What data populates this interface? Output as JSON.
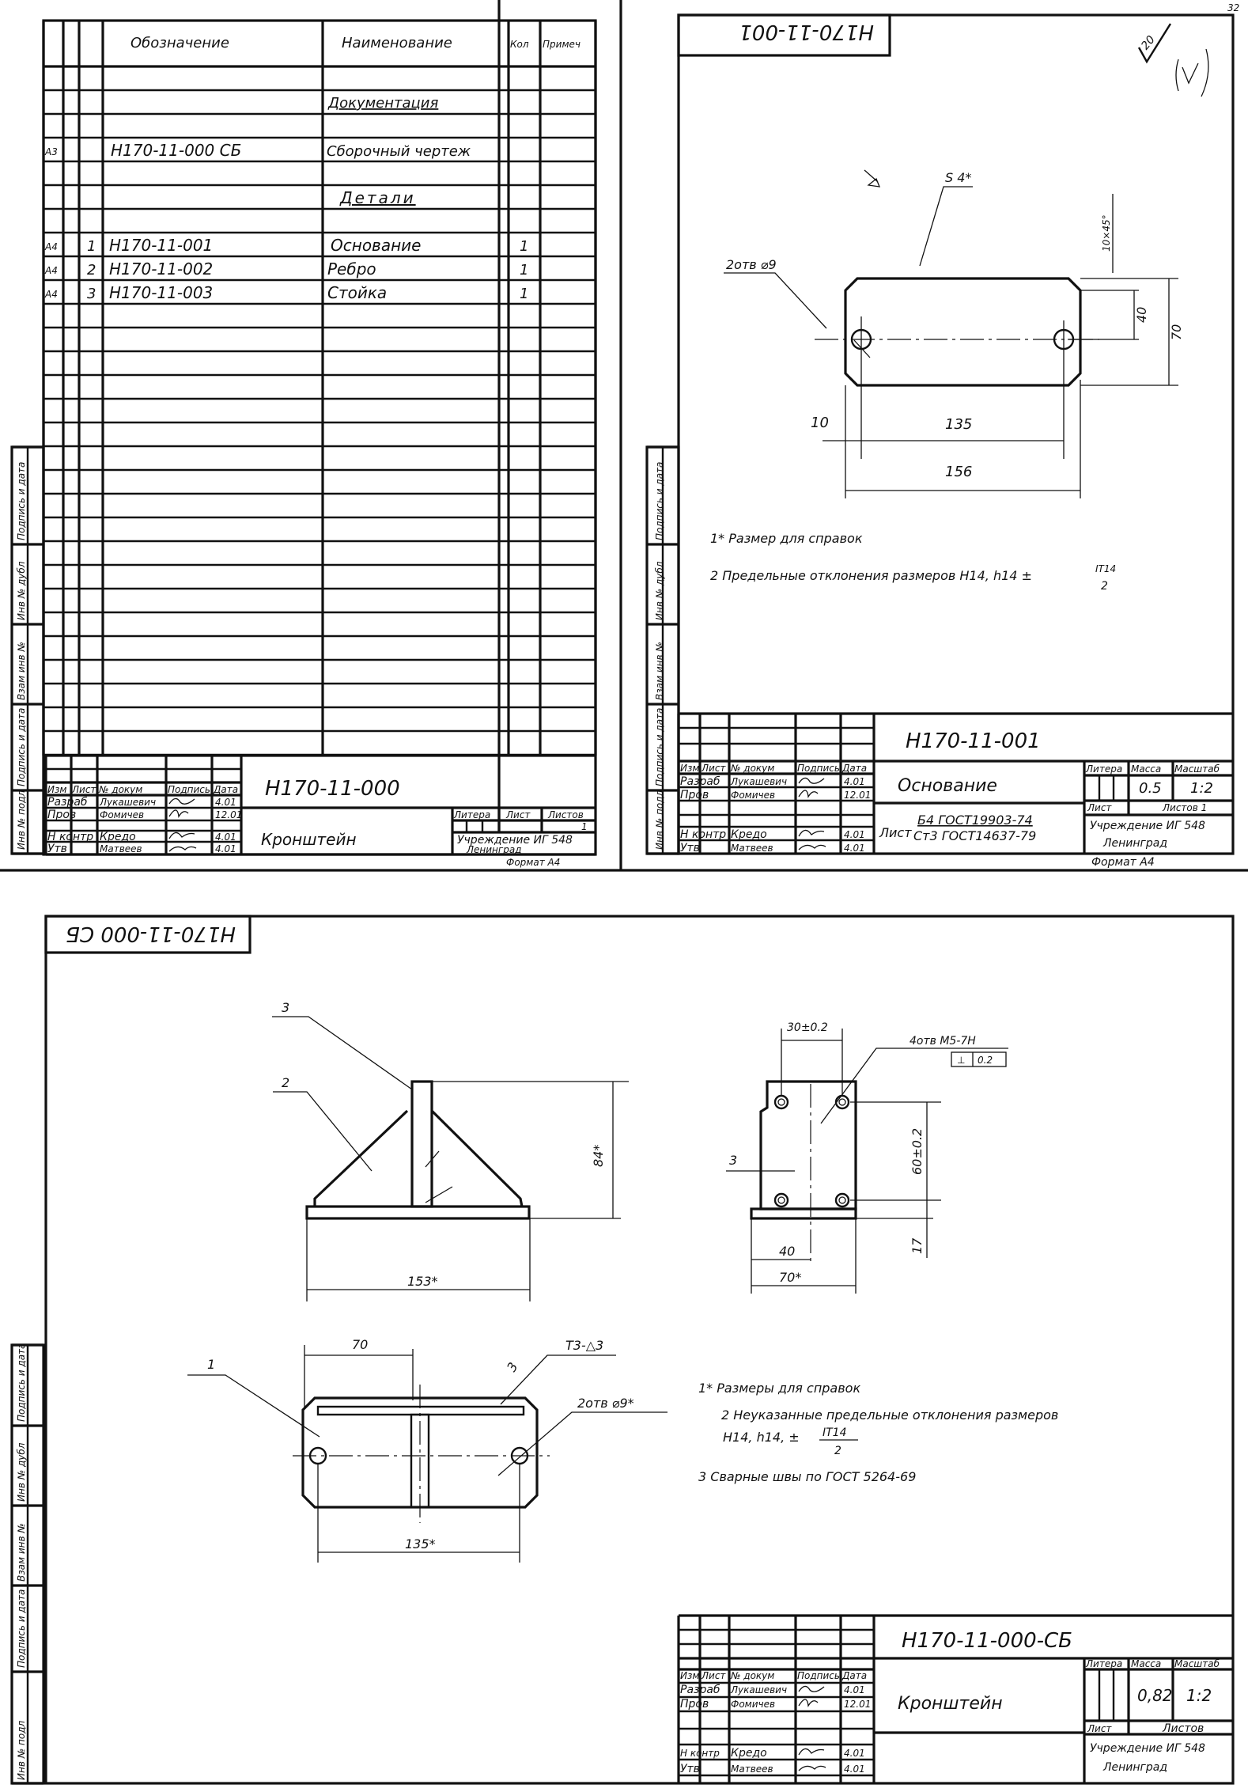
{
  "sheet_spec": {
    "header": {
      "designation": "Обозначение",
      "name": "Наименование",
      "qty": "Кол",
      "note": "Примеч"
    },
    "rows": [
      {
        "format": "",
        "pos": "",
        "designation": "",
        "name": "Документация",
        "qty": ""
      },
      {
        "format": "А3",
        "pos": "",
        "designation": "Н170-11-000 СБ",
        "name": "Сборочный чертеж",
        "qty": ""
      },
      {
        "format": "",
        "pos": "",
        "designation": "",
        "name": "Детали",
        "qty": ""
      },
      {
        "format": "А4",
        "pos": "1",
        "designation": "Н170-11-001",
        "name": "Основание",
        "qty": "1"
      },
      {
        "format": "А4",
        "pos": "2",
        "designation": "Н170-11-002",
        "name": "Ребро",
        "qty": "1"
      },
      {
        "format": "А4",
        "pos": "3",
        "designation": "Н170-11-003",
        "name": "Стойка",
        "qty": "1"
      }
    ],
    "side_strip": [
      "Подпись и дата",
      "Инв № дубл",
      "Взам инв №",
      "Подпись и дата",
      "Инв № подл"
    ],
    "title_block": {
      "code": "Н170-11-000",
      "name": "Кронштейн",
      "col_headers": [
        "Изм",
        "Лист",
        "№ докум",
        "Подпись",
        "Дата"
      ],
      "roles": [
        "Разраб",
        "Пров",
        "Н контр",
        "Утв"
      ],
      "names": [
        "Лукашевич",
        "Фомичев",
        "Кредо",
        "Матвеев"
      ],
      "dates": [
        "4.01",
        "12.01",
        "4.01",
        "4.01"
      ],
      "literal_label": "Литера",
      "sheet_label": "Лист",
      "sheets_label": "Листов",
      "sheets_value": "1",
      "organization": "Учреждение ИГ 548",
      "city": "Ленинград",
      "format": "Формат А4"
    }
  },
  "sheet_part": {
    "stamp": "Н170-11-001",
    "sheet_number": "32",
    "roughness": "20",
    "dims": {
      "thickness": "S 4*",
      "holes": "2отв ⌀9",
      "chamfer": "10×45°",
      "d40": "40",
      "d70": "70",
      "d10": "10",
      "d135": "135",
      "d156": "156"
    },
    "notes": [
      "1* Размер для справок",
      "2 Предельные отклонения размеров H14, h14 ±",
      "IT14",
      "2"
    ],
    "side_strip": [
      "Подпись и дата",
      "Инв № дубл",
      "Взам инв №",
      "Подпись и дата",
      "Инв № подл"
    ],
    "title_block": {
      "code": "Н170-11-001",
      "name": "Основание",
      "col_headers": [
        "Изм",
        "Лист",
        "№ докум",
        "Подпись",
        "Дата"
      ],
      "roles": [
        "Разраб",
        "Пров",
        "Н контр",
        "Утв"
      ],
      "names": [
        "Лукашевич",
        "Фомичев",
        "Кредо",
        "Матвеев"
      ],
      "dates": [
        "4.01",
        "12.01",
        "4.01",
        "4.01"
      ],
      "literal_label": "Литера",
      "mass_label": "Масса",
      "scale_label": "Масштаб",
      "mass": "0.5",
      "scale": "1:2",
      "sheet_label": "Лист",
      "sheets_label": "Листов 1",
      "material_prefix": "Лист",
      "material_line1": "Б4 ГОСТ19903-74",
      "material_line2": "Ст3 ГОСТ14637-79",
      "organization": "Учреждение ИГ 548",
      "city": "Ленинград",
      "format": "Формат А4"
    }
  },
  "sheet_assembly": {
    "stamp": "Н170-11-000 СБ",
    "labels": {
      "pos3": "3",
      "pos2": "2",
      "pos1": "1",
      "pos3_top": "3",
      "weld": "Т3-△3",
      "holes": "2отв ⌀9*",
      "threads": "4отв М5-7Н",
      "tol_symbol": "⊥",
      "tol_value": "0.2"
    },
    "dims": {
      "h84": "84*",
      "w153": "153*",
      "d30": "30±0.2",
      "d60": "60±0.2",
      "d3": "3",
      "d17": "17",
      "d40": "40",
      "d70s": "70*",
      "d70": "70",
      "d135": "135*"
    },
    "notes": [
      "1* Размеры для справок",
      "2 Неуказанные предельные отклонения размеров",
      "H14, h14, ±",
      "IT14",
      "2",
      "3 Сварные швы по ГОСТ 5264-69"
    ],
    "side_strip": [
      "Подпись и дата",
      "Инв № дубл",
      "Взам инв №",
      "Подпись и дата",
      "Инв № подл"
    ],
    "title_block": {
      "code": "Н170-11-000-СБ",
      "name": "Кронштейн",
      "col_headers": [
        "Изм",
        "Лист",
        "№ докум",
        "Подпись",
        "Дата"
      ],
      "roles": [
        "Разраб",
        "Пров",
        "Н контр",
        "Утв"
      ],
      "names": [
        "Лукашевич",
        "Фомичев",
        "Кредо",
        "Матвеев"
      ],
      "dates": [
        "4.01",
        "12.01",
        "4.01",
        "4.01"
      ],
      "literal_label": "Литера",
      "mass_label": "Масса",
      "scale_label": "Масштаб",
      "mass": "0,82",
      "scale": "1:2",
      "sheet_label": "Лист",
      "sheets_label": "Листов",
      "organization": "Учреждение ИГ 548",
      "city": "Ленинград"
    }
  }
}
